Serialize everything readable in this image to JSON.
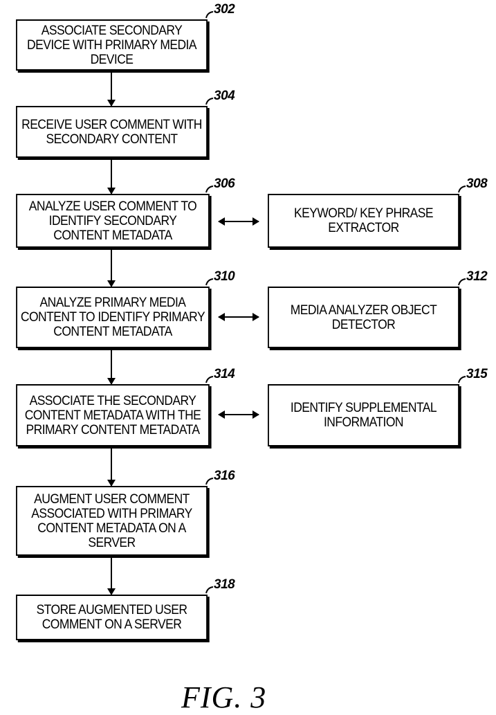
{
  "figure": {
    "caption": "FIG. 3",
    "steps": [
      {
        "ref": "302",
        "text": "ASSOCIATE SECONDARY\nDEVICE WITH PRIMARY MEDIA\nDEVICE"
      },
      {
        "ref": "304",
        "text": "RECEIVE USER COMMENT WITH\nSECONDARY CONTENT"
      },
      {
        "ref": "306",
        "text": "ANALYZE USER COMMENT TO\nIDENTIFY SECONDARY\nCONTENT METADATA"
      },
      {
        "ref": "310",
        "text": "ANALYZE PRIMARY MEDIA\nCONTENT TO IDENTIFY PRIMARY\nCONTENT METADATA"
      },
      {
        "ref": "314",
        "text": "ASSOCIATE THE SECONDARY\nCONTENT METADATA WITH THE\nPRIMARY CONTENT METADATA"
      },
      {
        "ref": "316",
        "text": "AUGMENT USER COMMENT\nASSOCIATED WITH PRIMARY\nCONTENT METADATA ON A\nSERVER"
      },
      {
        "ref": "318",
        "text": "STORE AUGMENTED USER\nCOMMENT ON A SERVER"
      }
    ],
    "side_modules": [
      {
        "ref": "308",
        "text": "KEYWORD/ KEY PHRASE\nEXTRACTOR"
      },
      {
        "ref": "312",
        "text": "MEDIA ANALYZER OBJECT\nDETECTOR"
      },
      {
        "ref": "315",
        "text": "IDENTIFY SUPPLEMENTAL\nINFORMATION"
      }
    ]
  }
}
